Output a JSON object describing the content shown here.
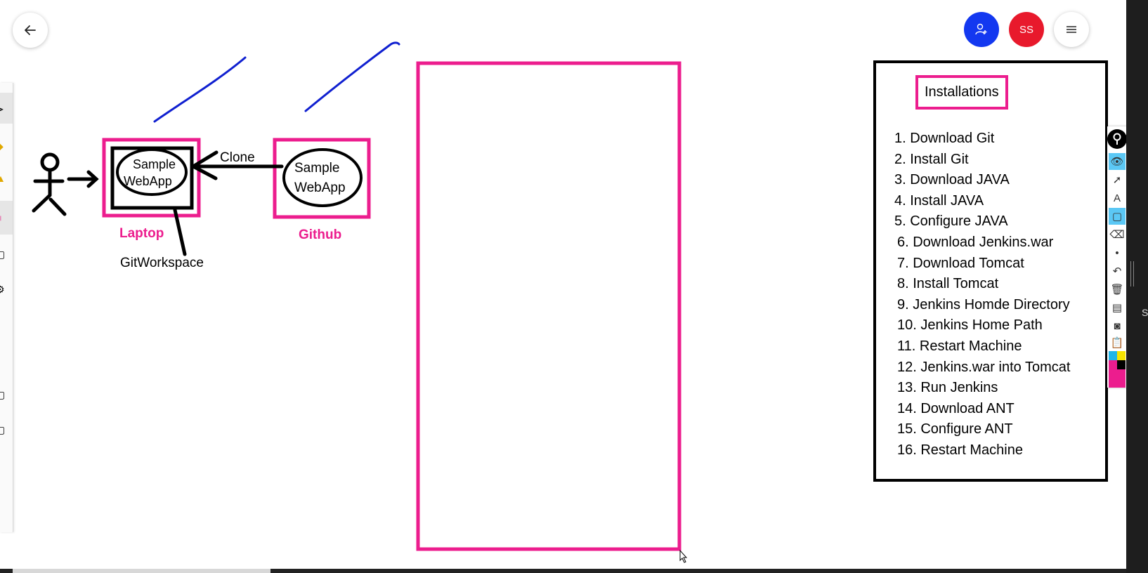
{
  "header": {
    "back_icon": "arrow-left-icon",
    "add_user_icon": "person-add-icon",
    "avatar_initials": "SS",
    "menu_icon": "hamburger-icon",
    "colors": {
      "add_user_bg": "#1338f0",
      "avatar_bg": "#e8192c"
    }
  },
  "diagram": {
    "arrow_label": "Clone",
    "laptop_box_text_line1": "Sample",
    "laptop_box_text_line2": "WebApp",
    "laptop_label": "Laptop",
    "github_box_text_line1": "Sample",
    "github_box_text_line2": "WebApp",
    "github_label": "Github",
    "workspace_label": "GitWorkspace",
    "colors": {
      "highlight": "#ec1d8e",
      "ink": "#000000",
      "pen_blue": "#1020d0"
    }
  },
  "installations": {
    "title": "Installations",
    "items": [
      "1. Download Git",
      "2. Install Git",
      "3. Download JAVA",
      "4. Install JAVA",
      "5. Configure JAVA",
      "6. Download Jenkins.war",
      "7. Download Tomcat",
      "8. Install Tomcat",
      "9. Jenkins Homde Directory",
      "10. Jenkins Home Path",
      "11. Restart Machine",
      "12. Jenkins.war into Tomcat",
      "13. Run Jenkins",
      "14. Download ANT",
      "15. Configure ANT",
      "16. Restart Machine"
    ]
  },
  "pen_toolbar": {
    "items": [
      "pin-icon",
      "eye-icon",
      "pointer-icon",
      "text-icon",
      "rectangle-icon",
      "eraser-icon",
      "dot-icon",
      "undo-icon",
      "trash-icon",
      "board-icon",
      "camera-icon",
      "clipboard-icon"
    ],
    "colors": [
      "#1fb5e8",
      "#000000",
      "#ec1d8e",
      "#f5e400"
    ]
  },
  "right_strip": {
    "letter": "S"
  }
}
